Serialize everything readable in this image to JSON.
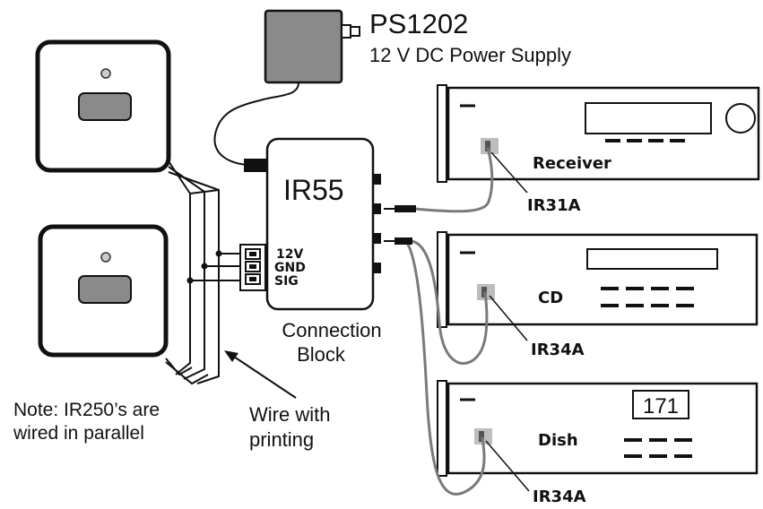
{
  "power_supply": {
    "model": "PS1202",
    "description": "12 V DC Power Supply"
  },
  "connection_block": {
    "model": "IR55",
    "pins": [
      "12V",
      "GND",
      "SIG"
    ],
    "caption_line1": "Connection",
    "caption_line2": "Block"
  },
  "devices": [
    {
      "name": "Receiver",
      "emitter": "IR31A"
    },
    {
      "name": "CD",
      "emitter": "IR34A"
    },
    {
      "name": "Dish",
      "emitter": "IR34A",
      "display": "171"
    }
  ],
  "notes": {
    "parallel_line1": "Note: IR250’s are",
    "parallel_line2": "wired in parallel",
    "wire_line1": "Wire with",
    "wire_line2": "printing"
  }
}
